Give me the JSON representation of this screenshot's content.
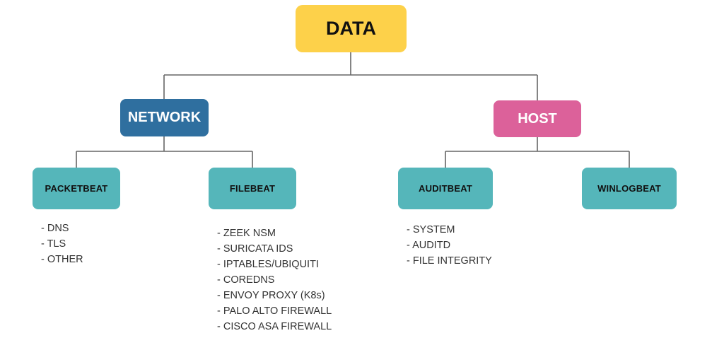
{
  "root": {
    "label": "DATA",
    "color": "#fdd14a"
  },
  "network": {
    "label": "NETWORK",
    "color": "#2f6f9f",
    "children": [
      {
        "label": "PACKETBEAT",
        "items": [
          "DNS",
          "TLS",
          "OTHER"
        ]
      },
      {
        "label": "FILEBEAT",
        "items": [
          "ZEEK NSM",
          "SURICATA IDS",
          "IPTABLES/UBIQUITI",
          "COREDNS",
          "ENVOY PROXY (K8s)",
          "PALO ALTO FIREWALL",
          "CISCO ASA FIREWALL"
        ]
      }
    ]
  },
  "host": {
    "label": "HOST",
    "color": "#dc619a",
    "children": [
      {
        "label": "AUDITBEAT",
        "items": [
          "SYSTEM",
          "AUDITD",
          "FILE INTEGRITY"
        ]
      },
      {
        "label": "WINLOGBEAT",
        "items": []
      }
    ]
  },
  "leaf_color": "#55b6ba",
  "line_color": "#666666"
}
